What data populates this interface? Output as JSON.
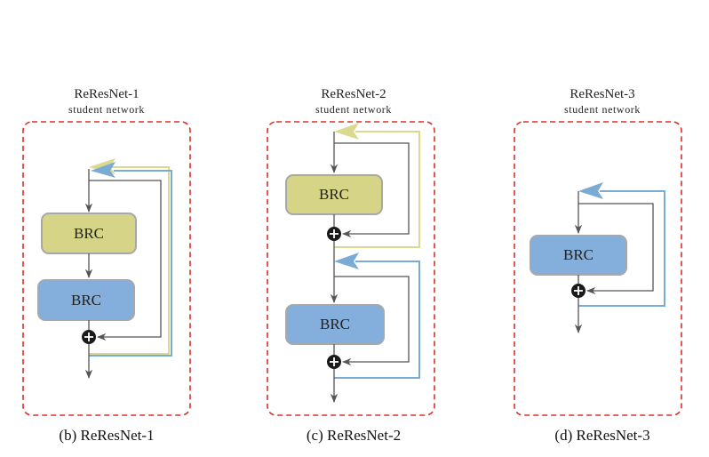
{
  "panels": [
    {
      "id": "b",
      "title": "ReResNet-1",
      "subtitle": "student network",
      "caption": "(b) ReResNet-1",
      "blocks": [
        "BRC",
        "BRC"
      ]
    },
    {
      "id": "c",
      "title": "ReResNet-2",
      "subtitle": "student network",
      "caption": "(c) ReResNet-2",
      "blocks": [
        "BRC",
        "BRC"
      ]
    },
    {
      "id": "d",
      "title": "ReResNet-3",
      "subtitle": "student network",
      "caption": "(d) ReResNet-3",
      "blocks": [
        "BRC"
      ]
    }
  ],
  "colors": {
    "frame_dash": "#d9302a",
    "brc_yellow": "#d6d486",
    "brc_blue": "#84aedc",
    "brc_border": "#a8a8a8",
    "line": "#555555",
    "skip_yellow": "#d9d990",
    "skip_blue": "#7aaad6",
    "sum_node": "#1a1a1a"
  }
}
